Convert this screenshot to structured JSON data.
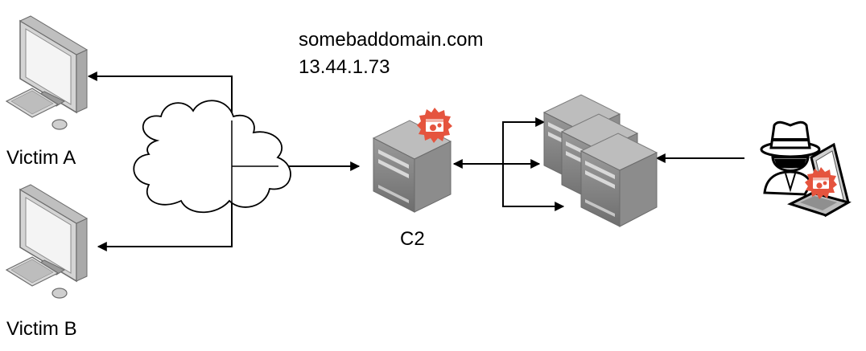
{
  "labels": {
    "victim_a": "Victim A",
    "victim_b": "Victim B",
    "c2": "C2",
    "domain": "somebaddomain.com",
    "ip": "13.44.1.73"
  },
  "icons": {
    "victim_a": "desktop-computer-icon",
    "victim_b": "desktop-computer-icon",
    "internet": "cloud-icon",
    "c2_server": "server-tower-icon",
    "c2_badge": "malware-gear-badge-icon",
    "redirector_servers": "server-stack-icon",
    "attacker": "hacker-spy-icon",
    "attacker_laptop": "laptop-icon",
    "attacker_badge": "malware-gear-badge-icon"
  },
  "colors": {
    "badge": "#e5543e",
    "server_dark": "#8a8a8a",
    "server_light": "#b7b7b7",
    "line": "#000000"
  }
}
